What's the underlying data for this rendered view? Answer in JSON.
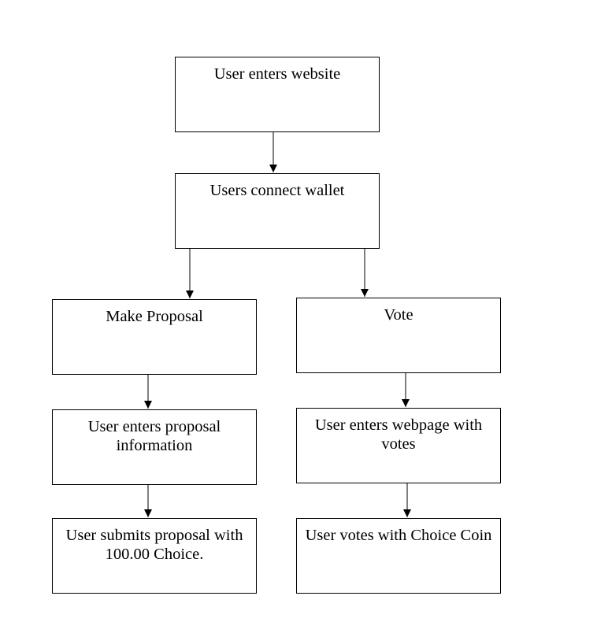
{
  "nodes": {
    "user_enters_website": "User enters website",
    "users_connect_wallet": "Users connect wallet",
    "make_proposal": "Make Proposal",
    "vote": "Vote",
    "user_enters_proposal_information": "User enters proposal information",
    "user_enters_webpage_with_votes": "User enters webpage with votes",
    "user_submits_proposal": "User submits proposal with 100.00 Choice.",
    "user_votes_with_choice_coin": "User votes with Choice Coin"
  },
  "edges": [
    {
      "from": "user_enters_website",
      "to": "users_connect_wallet"
    },
    {
      "from": "users_connect_wallet",
      "to": "make_proposal"
    },
    {
      "from": "users_connect_wallet",
      "to": "vote"
    },
    {
      "from": "make_proposal",
      "to": "user_enters_proposal_information"
    },
    {
      "from": "user_enters_proposal_information",
      "to": "user_submits_proposal"
    },
    {
      "from": "vote",
      "to": "user_enters_webpage_with_votes"
    },
    {
      "from": "user_enters_webpage_with_votes",
      "to": "user_votes_with_choice_coin"
    }
  ]
}
